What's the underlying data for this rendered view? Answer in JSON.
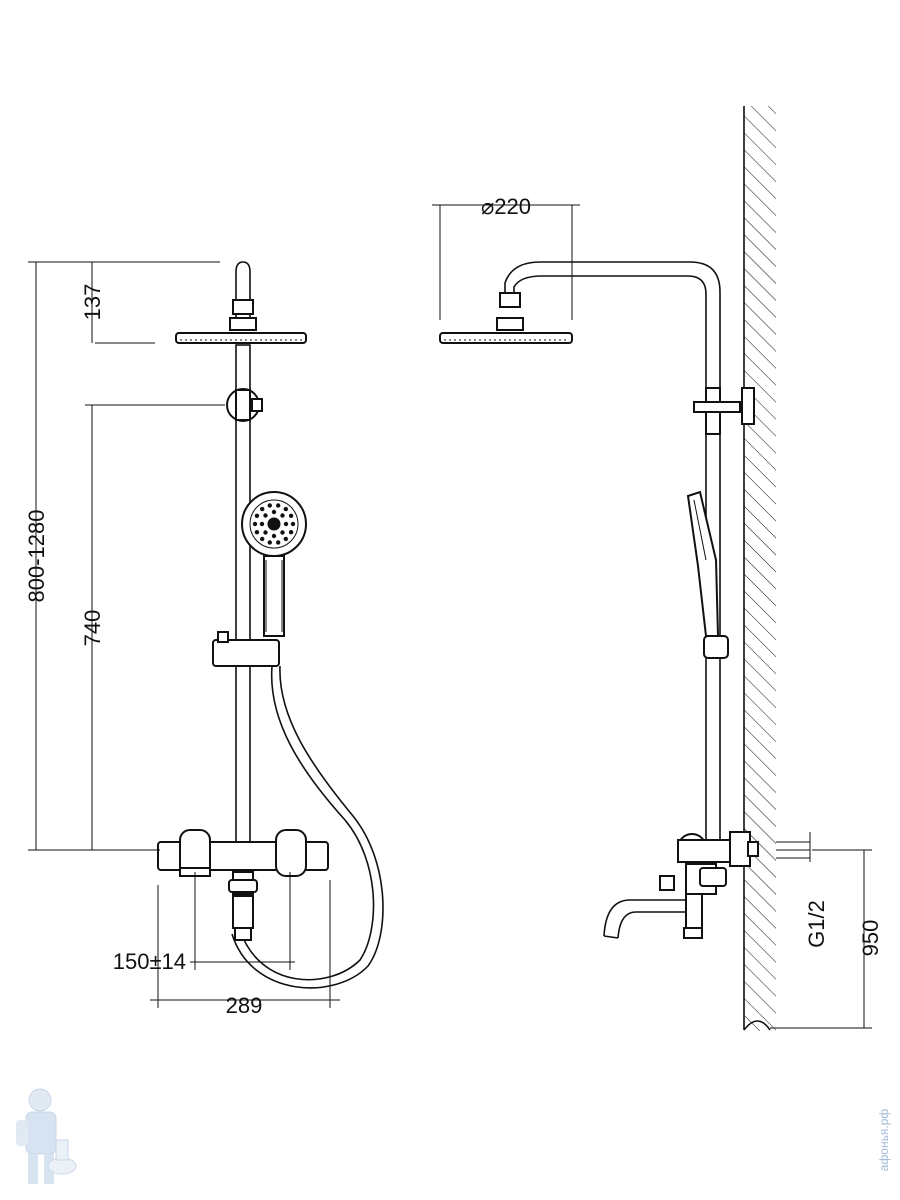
{
  "dimensions": {
    "head_drop": "137",
    "total_height": "800-1280",
    "bar_height": "740",
    "centers": "150±14",
    "mixer_width": "289",
    "head_diameter": "⌀220",
    "thread": "G1/2",
    "mount_height": "950"
  },
  "watermark": {
    "site": "афонья.рф",
    "mascot_icon": "plumber-mascot-icon"
  }
}
